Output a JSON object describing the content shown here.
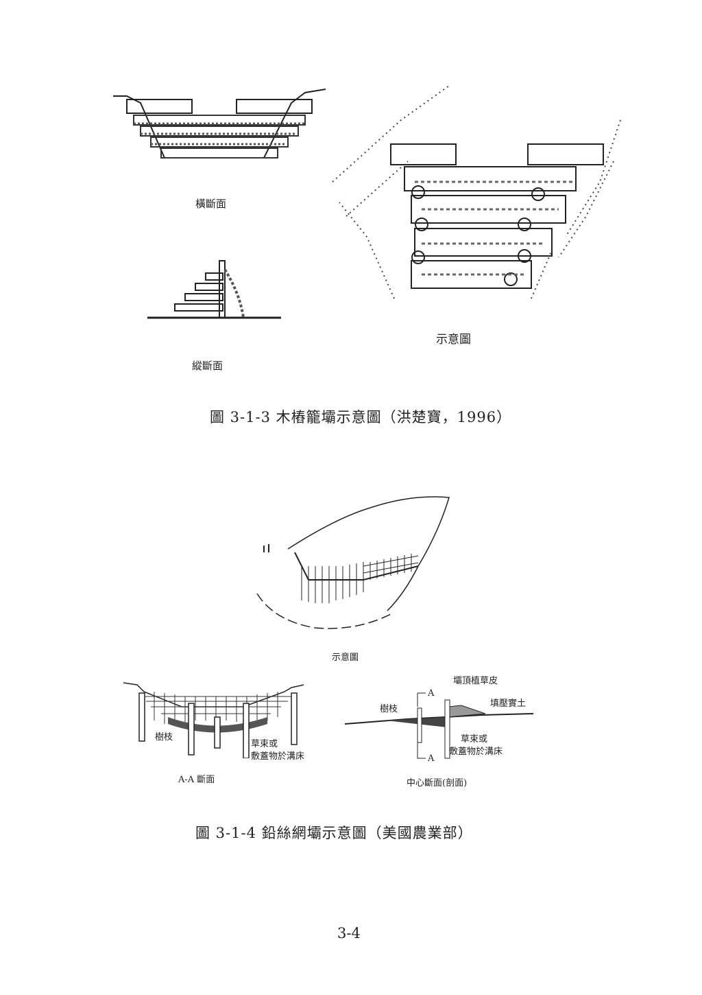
{
  "figure1": {
    "cross_section_label": "橫斷面",
    "longitudinal_section_label": "縱斷面",
    "schematic_label": "示意圖",
    "caption": "圖 3-1-3 木樁籠壩示意圖（洪楚寶，1996）"
  },
  "figure2": {
    "schematic_label": "示意圖",
    "aa_section": {
      "branches_label": "樹枝",
      "straw_label_line1": "草束或",
      "straw_label_line2": "敷蓋物於溝床",
      "title": "A-A 斷面"
    },
    "center_section": {
      "turf_label": "壩頂植草皮",
      "fill_label": "填壓實土",
      "branches_label": "樹枝",
      "section_mark_top": "A",
      "section_mark_bottom": "A",
      "straw_label_line1": "草束或",
      "straw_label_line2": "敷蓋物於溝床",
      "title": "中心斷面(剖面)"
    },
    "caption": "圖 3-1-4 鉛絲網壩示意圖（美國農業部）"
  },
  "page_number": "3-4"
}
